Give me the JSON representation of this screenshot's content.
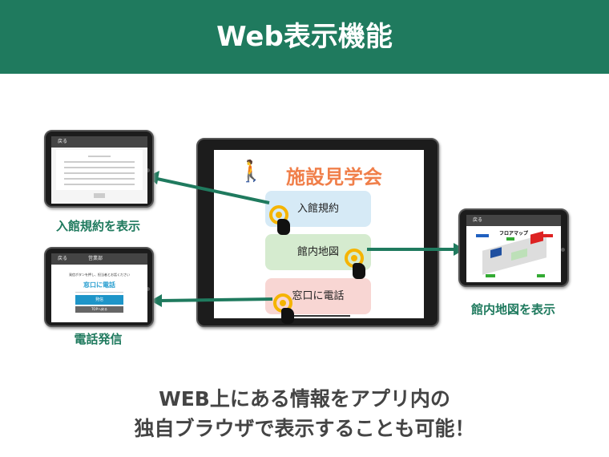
{
  "header": {
    "title": "Web表示機能"
  },
  "center_app": {
    "title": "施設見学会",
    "buttons": [
      "入館規約",
      "館内地図",
      "窓口に電話"
    ]
  },
  "terms_screen": {
    "back": "戻る",
    "caption": "入館規約を表示"
  },
  "phone_screen": {
    "back": "戻る",
    "dept": "営業部",
    "instruction": "発信ボタンを押し、担当者とお話ください",
    "title": "窓口に電話",
    "call": "発信",
    "top": "TOPへ戻る",
    "caption": "電話発信"
  },
  "map_screen": {
    "back": "戻る",
    "title": "フロアマップ",
    "caption": "館内地図を表示"
  },
  "footer": {
    "line1": "WEB上にある情報をアプリ内の",
    "line2": "独自ブラウザで表示することも可能！"
  },
  "colors": {
    "brand": "#1f7a5e",
    "title": "#f07f4a"
  }
}
